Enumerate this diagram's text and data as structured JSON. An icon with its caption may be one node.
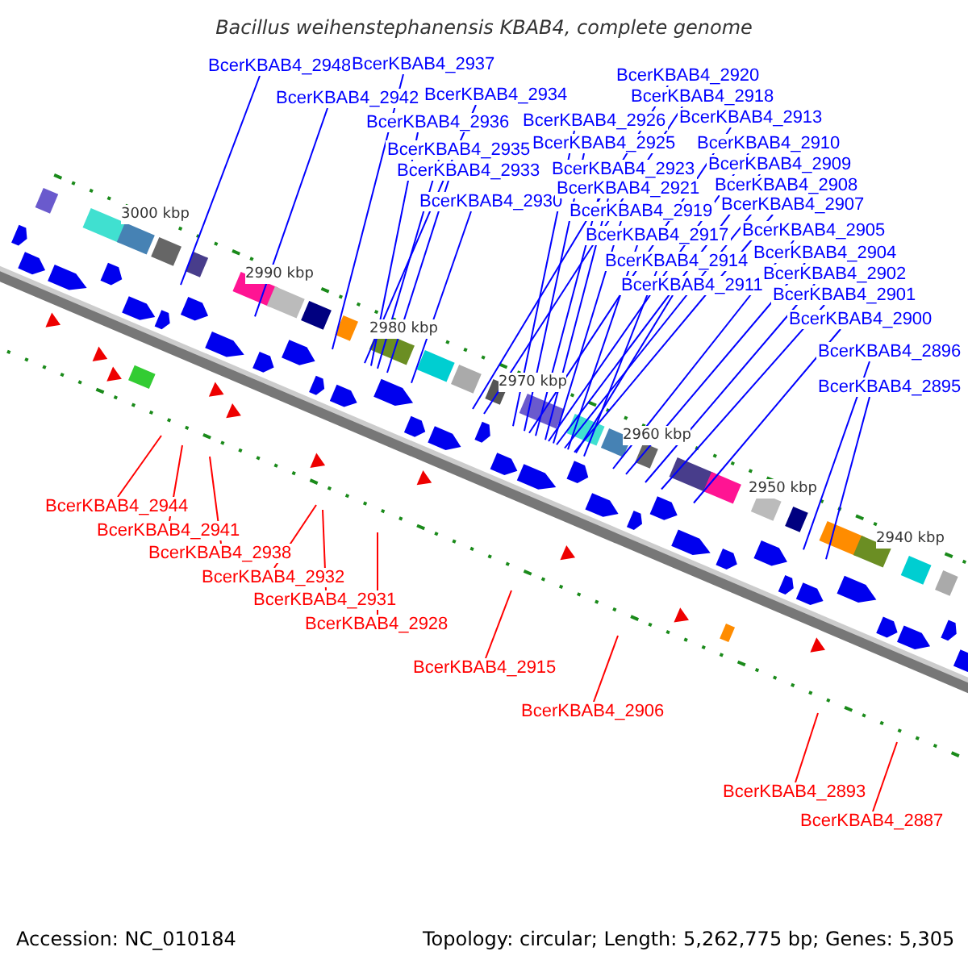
{
  "diagram": {
    "title": "Bacillus weihenstephanensis KBAB4, complete genome",
    "nodes": [
      {
        "text": [
          "BcerKBAB4_2948"
        ]
      },
      {
        "text": [
          "BcerKBAB4_2937"
        ]
      },
      {
        "text": [
          "BcerKBAB4_2942"
        ]
      },
      {
        "text": [
          "BcerKBAB4_2934"
        ]
      },
      {
        "text": [
          "BcerKBAB4_2936"
        ]
      },
      {
        "text": [
          "BcerKBAB4_2935"
        ]
      },
      {
        "text": [
          "BcerKBAB4_2933"
        ]
      },
      {
        "text": [
          "BcerKBAB4_2930"
        ]
      },
      {
        "text": [
          "BcerKBAB4_2920"
        ]
      },
      {
        "text": [
          "BcerKBAB4_2918"
        ]
      },
      {
        "text": [
          "BcerKBAB4_2926"
        ]
      },
      {
        "text": [
          "BcerKBAB4_2913"
        ]
      },
      {
        "text": [
          "BcerKBAB4_2925"
        ]
      },
      {
        "text": [
          "BcerKBAB4_2910"
        ]
      },
      {
        "text": [
          "BcerKBAB4_2923"
        ]
      },
      {
        "text": [
          "BcerKBAB4_2909"
        ]
      },
      {
        "text": [
          "BcerKBAB4_2921"
        ]
      },
      {
        "text": [
          "BcerKBAB4_2908"
        ]
      },
      {
        "text": [
          "BcerKBAB4_2919"
        ]
      },
      {
        "text": [
          "BcerKBAB4_2907"
        ]
      },
      {
        "text": [
          "BcerKBAB4_2917"
        ]
      },
      {
        "text": [
          "BcerKBAB4_2905"
        ]
      },
      {
        "text": [
          "BcerKBAB4_2914"
        ]
      },
      {
        "text": [
          "BcerKBAB4_2904"
        ]
      },
      {
        "text": [
          "BcerKBAB4_2911"
        ]
      },
      {
        "text": [
          "BcerKBAB4_2902"
        ]
      },
      {
        "text": [
          "BcerKBAB4_2901"
        ]
      },
      {
        "text": [
          "BcerKBAB4_2900"
        ]
      },
      {
        "text": [
          "BcerKBAB4_2896"
        ]
      },
      {
        "text": [
          "BcerKBAB4_2895"
        ]
      },
      {
        "text": [
          "BcerKBAB4_2944"
        ]
      },
      {
        "text": [
          "BcerKBAB4_2941"
        ]
      },
      {
        "text": [
          "BcerKBAB4_2938"
        ]
      },
      {
        "text": [
          "BcerKBAB4_2932"
        ]
      },
      {
        "text": [
          "BcerKBAB4_2931"
        ]
      },
      {
        "text": [
          "BcerKBAB4_2928"
        ]
      },
      {
        "text": [
          "BcerKBAB4_2915"
        ]
      },
      {
        "text": [
          "BcerKBAB4_2906"
        ]
      },
      {
        "text": [
          "BcerKBAB4_2893"
        ]
      },
      {
        "text": [
          "BcerKBAB4_2887"
        ]
      }
    ],
    "edges": [
      {
        "from": 0,
        "to": null,
        "arrow": "none"
      },
      {
        "from": 1,
        "to": null,
        "arrow": "none"
      },
      {
        "from": 2,
        "to": null,
        "arrow": "none"
      },
      {
        "from": 3,
        "to": null,
        "arrow": "none"
      },
      {
        "from": 4,
        "to": null,
        "arrow": "none"
      },
      {
        "from": 5,
        "to": null,
        "arrow": "none"
      },
      {
        "from": 6,
        "to": null,
        "arrow": "none"
      },
      {
        "from": 7,
        "to": null,
        "arrow": "none"
      },
      {
        "from": 8,
        "to": null,
        "arrow": "none"
      },
      {
        "from": 9,
        "to": null,
        "arrow": "none"
      },
      {
        "from": 10,
        "to": null,
        "arrow": "none"
      },
      {
        "from": 11,
        "to": null,
        "arrow": "none"
      },
      {
        "from": 12,
        "to": null,
        "arrow": "none"
      },
      {
        "from": 13,
        "to": null,
        "arrow": "none"
      },
      {
        "from": 14,
        "to": null,
        "arrow": "none"
      },
      {
        "from": 15,
        "to": null,
        "arrow": "none"
      },
      {
        "from": 16,
        "to": null,
        "arrow": "none"
      },
      {
        "from": 17,
        "to": null,
        "arrow": "none"
      },
      {
        "from": 18,
        "to": null,
        "arrow": "none"
      },
      {
        "from": 19,
        "to": null,
        "arrow": "none"
      },
      {
        "from": 20,
        "to": null,
        "arrow": "none"
      },
      {
        "from": 21,
        "to": null,
        "arrow": "none"
      },
      {
        "from": 22,
        "to": null,
        "arrow": "none"
      },
      {
        "from": 23,
        "to": null,
        "arrow": "none"
      },
      {
        "from": 24,
        "to": null,
        "arrow": "none"
      },
      {
        "from": 25,
        "to": null,
        "arrow": "none"
      },
      {
        "from": 26,
        "to": null,
        "arrow": "none"
      },
      {
        "from": 27,
        "to": null,
        "arrow": "none"
      },
      {
        "from": 28,
        "to": null,
        "arrow": "none"
      },
      {
        "from": 29,
        "to": null,
        "arrow": "none"
      },
      {
        "from": 30,
        "to": null,
        "arrow": "none",
        "color": "#ff0000"
      },
      {
        "from": 31,
        "to": null,
        "arrow": "none",
        "color": "#ff0000"
      },
      {
        "from": 32,
        "to": null,
        "arrow": "none",
        "color": "#ff0000"
      },
      {
        "from": 33,
        "to": null,
        "arrow": "none",
        "color": "#ff0000"
      },
      {
        "from": 34,
        "to": null,
        "arrow": "none",
        "color": "#ff0000"
      },
      {
        "from": 35,
        "to": null,
        "arrow": "none",
        "color": "#ff0000"
      },
      {
        "from": 36,
        "to": null,
        "arrow": "none",
        "color": "#ff0000"
      },
      {
        "from": 37,
        "to": null,
        "arrow": "none",
        "color": "#ff0000"
      },
      {
        "from": 38,
        "to": null,
        "arrow": "none",
        "color": "#ff0000"
      },
      {
        "from": 39,
        "to": null,
        "arrow": "none",
        "color": "#ff0000"
      }
    ],
    "labels": [
      "3000 kbp",
      "2990 kbp",
      "2980 kbp",
      "2970 kbp",
      "2960 kbp",
      "2950 kbp",
      "2940 kbp",
      "Accession: NC_010184",
      "Topology: circular; Length: 5,262,775 bp; Genes: 5,305"
    ]
  }
}
